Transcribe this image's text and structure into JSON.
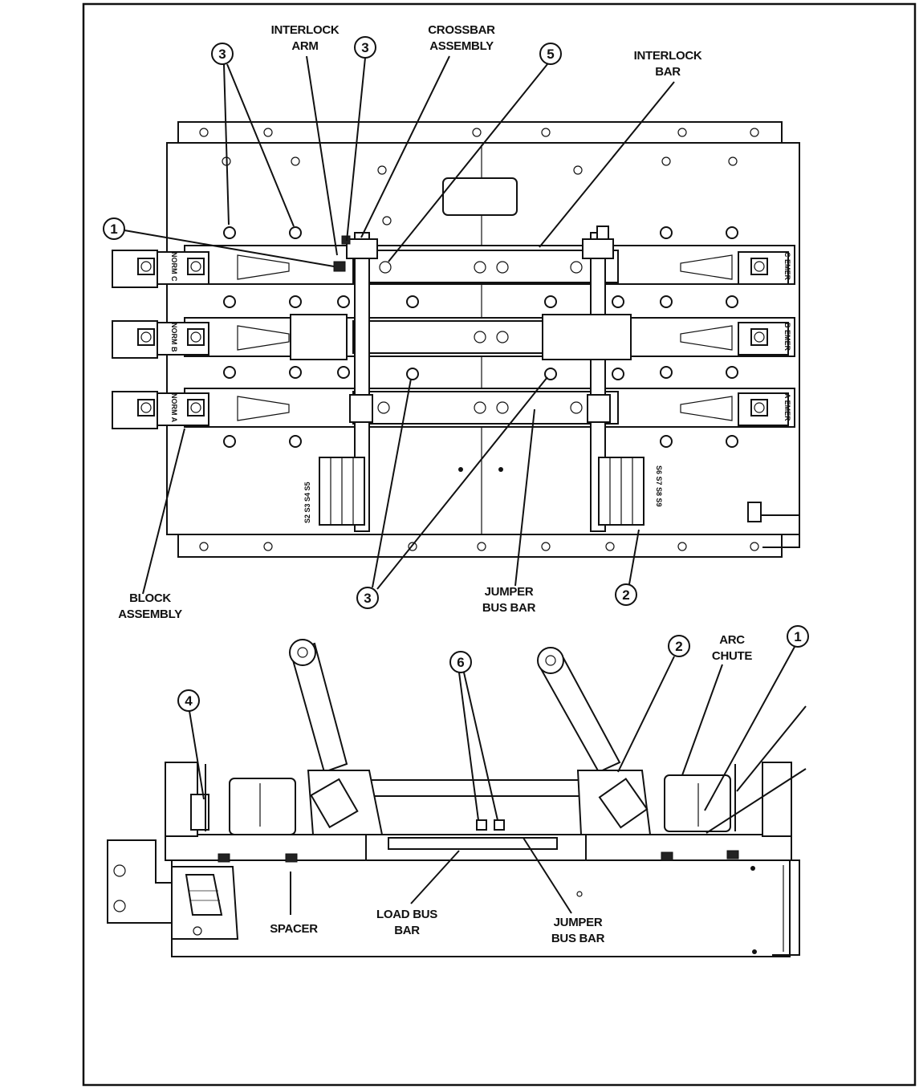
{
  "labels": {
    "interlock_arm": [
      "INTERLOCK",
      "ARM"
    ],
    "crossbar_assembly": [
      "CROSSBAR",
      "ASSEMBLY"
    ],
    "interlock_bar": [
      "INTERLOCK",
      "BAR"
    ],
    "block_assembly": [
      "BLOCK",
      "ASSEMBLY"
    ],
    "jumper_bus_bar_top": [
      "JUMPER",
      "BUS BAR"
    ],
    "arc_chute": [
      "ARC",
      "CHUTE"
    ],
    "spacer": "SPACER",
    "load_bus_bar": [
      "LOAD BUS",
      "BAR"
    ],
    "jumper_bus_bar_bottom": [
      "JUMPER",
      "BUS BAR"
    ]
  },
  "phase_tags": {
    "norm": [
      "NORM C",
      "NORM B",
      "NORM A"
    ],
    "emer": [
      "C EMER",
      "B EMER",
      "A EMER"
    ]
  },
  "terminal_tags": {
    "left": "S2 S3 S4 S5",
    "right": "S6 S7 S8 S9"
  },
  "callouts": [
    "1",
    "2",
    "3",
    "4",
    "5",
    "6"
  ]
}
